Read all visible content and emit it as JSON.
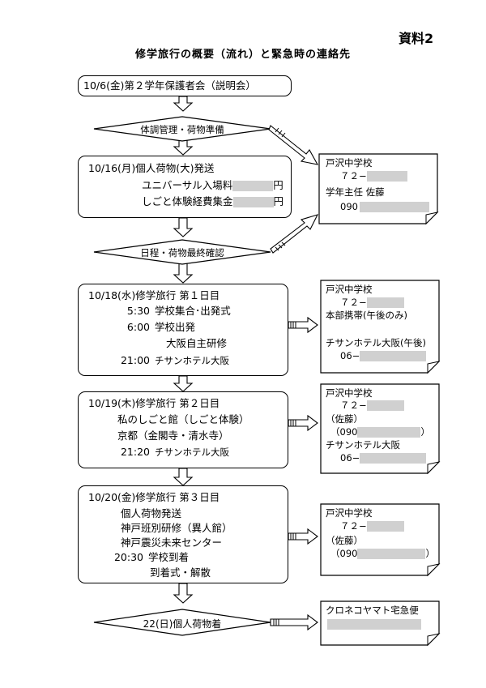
{
  "header": {
    "doc_label": "資料2",
    "title": "修学旅行の概要（流れ）と緊急時の連絡先"
  },
  "steps": {
    "meeting": "10/6(金)第２学年保護者会（説明会）",
    "decision1": "体調管理・荷物準備",
    "shipping": {
      "title": "10/16(月)個人荷物(大)発送",
      "lines": [
        {
          "label": "ユニバーサル入場料",
          "unit": "円"
        },
        {
          "label": "しごと体験経費集金",
          "unit": "円"
        }
      ]
    },
    "decision2": "日程・荷物最終確認",
    "day1": {
      "title": "10/18(水)修学旅行 第１日目",
      "lines": [
        {
          "time": "5:30",
          "text": "学校集合･出発式"
        },
        {
          "time": "6:00",
          "text": "学校出発"
        },
        {
          "time": "",
          "text": "大阪自主研修"
        },
        {
          "time": "21:00",
          "text": "チサンホテル大阪"
        }
      ]
    },
    "day2": {
      "title": "10/19(木)修学旅行 第２日目",
      "lines": [
        {
          "time": "",
          "text": "私のしごと館（しごと体験）"
        },
        {
          "time": "",
          "text": "京都（金閣寺・清水寺）"
        },
        {
          "time": "21:20",
          "text": "チサンホテル大阪"
        }
      ]
    },
    "day3": {
      "title": "10/20(金)修学旅行 第３日目",
      "lines": [
        {
          "time": "",
          "text": "個人荷物発送"
        },
        {
          "time": "",
          "text": "神戸班別研修（異人館）"
        },
        {
          "time": "",
          "text": "神戸震災未来センター"
        },
        {
          "time": "20:30",
          "text": "学校到着"
        },
        {
          "time": "",
          "text": "到着式・解散"
        }
      ]
    },
    "final": "22(日)個人荷物着"
  },
  "contacts": {
    "note1": {
      "school": "戸沢中学校",
      "tel_prefix": "７２−",
      "role": "学年主任 佐藤",
      "mobile_prefix": "090"
    },
    "note2": {
      "school": "戸沢中学校",
      "tel_prefix": "７２−",
      "hq": "本部携帯(午後のみ)",
      "hotel": "チサンホテル大阪(午後)",
      "hotel_prefix": "06−"
    },
    "note3": {
      "school": "戸沢中学校",
      "tel_prefix": "７２−",
      "person": "（佐藤）",
      "mobile_open": "（090",
      "mobile_close": "）",
      "hotel": "チサンホテル大阪",
      "hotel_prefix": "06−"
    },
    "note4": {
      "school": "戸沢中学校",
      "tel_prefix": "７２−",
      "person": "（佐藤）",
      "mobile_open": "（090",
      "mobile_close": "）"
    },
    "note5": {
      "name": "クロネコヤマト宅急便"
    }
  }
}
